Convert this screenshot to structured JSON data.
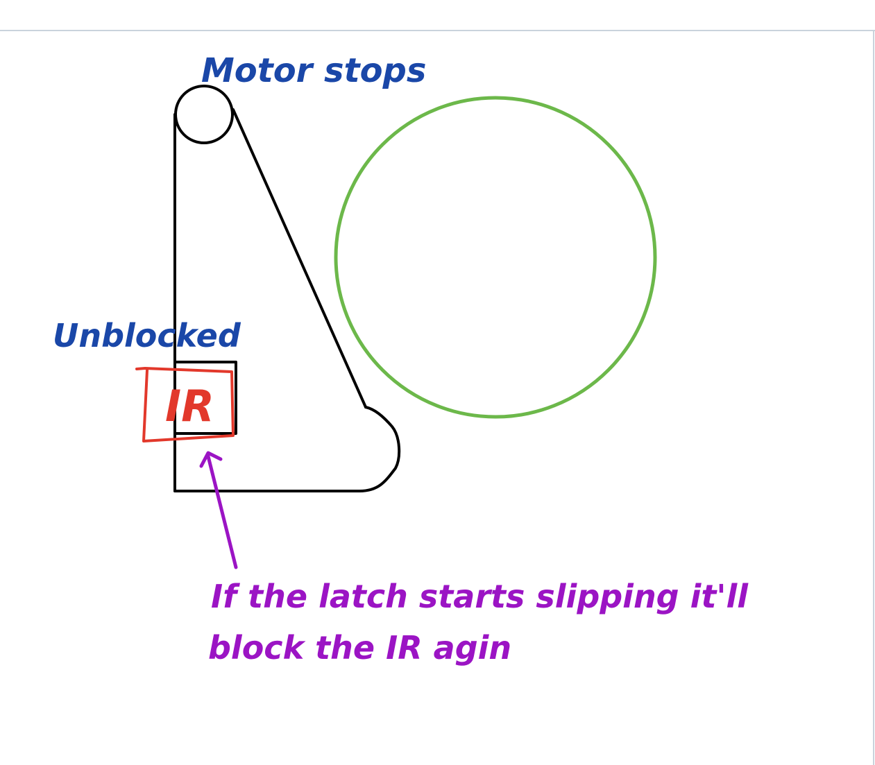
{
  "labels": {
    "motor_stops": "Motor stops",
    "unblocked": "Unblocked",
    "ir": "IR",
    "note_line1": "If the latch starts slipping it'll",
    "note_line2": "block the IR agin"
  },
  "colors": {
    "ink_black": "#000000",
    "ink_blue": "#1a47a8",
    "ink_red": "#e2382b",
    "ink_purple": "#9b14c4",
    "wheel_green": "#6cb84a",
    "page_border": "#c9d3dc"
  }
}
